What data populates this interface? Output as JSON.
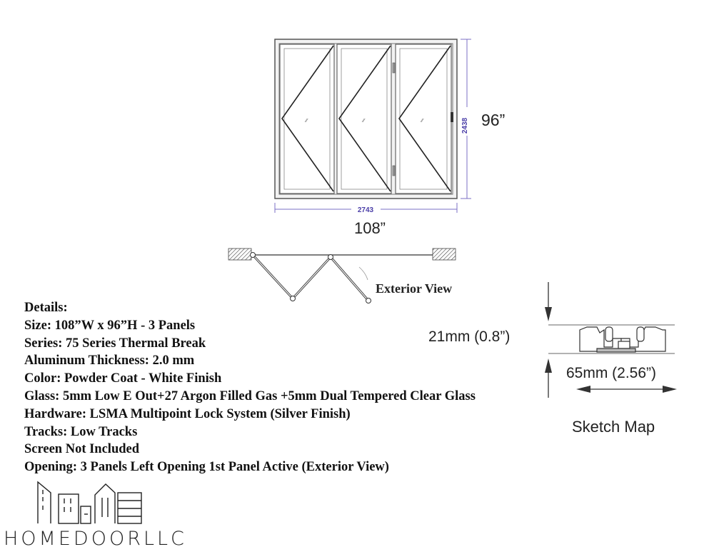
{
  "dimensions": {
    "width_mm": "2743",
    "height_mm": "2438",
    "width_in": "108”",
    "height_in": "96”"
  },
  "floor_plan": {
    "label": "Exterior View"
  },
  "profile": {
    "height_label": "21mm (0.8”)",
    "width_label": "65mm (2.56”)",
    "caption": "Sketch Map"
  },
  "details": {
    "heading": "Details:",
    "lines": [
      "Size: 108”W x 96”H - 3 Panels",
      "Series: 75 Series Thermal Break",
      "Aluminum Thickness: 2.0 mm",
      "Color: Powder Coat - White Finish",
      "Glass: 5mm Low E Out+27 Argon Filled Gas +5mm Dual Tempered Clear Glass",
      "Hardware: LSMA Multipoint Lock System (Silver Finish)",
      "Tracks: Low Tracks",
      "Screen Not Included",
      "Opening: 3 Panels Left Opening 1st Panel Active (Exterior View)"
    ]
  },
  "brand": {
    "name": "HOMEDOORLLC",
    "logo_icon": "city-buildings-icon"
  },
  "colors": {
    "dimension_line": "#7b6fc4",
    "frame": "#555555"
  }
}
